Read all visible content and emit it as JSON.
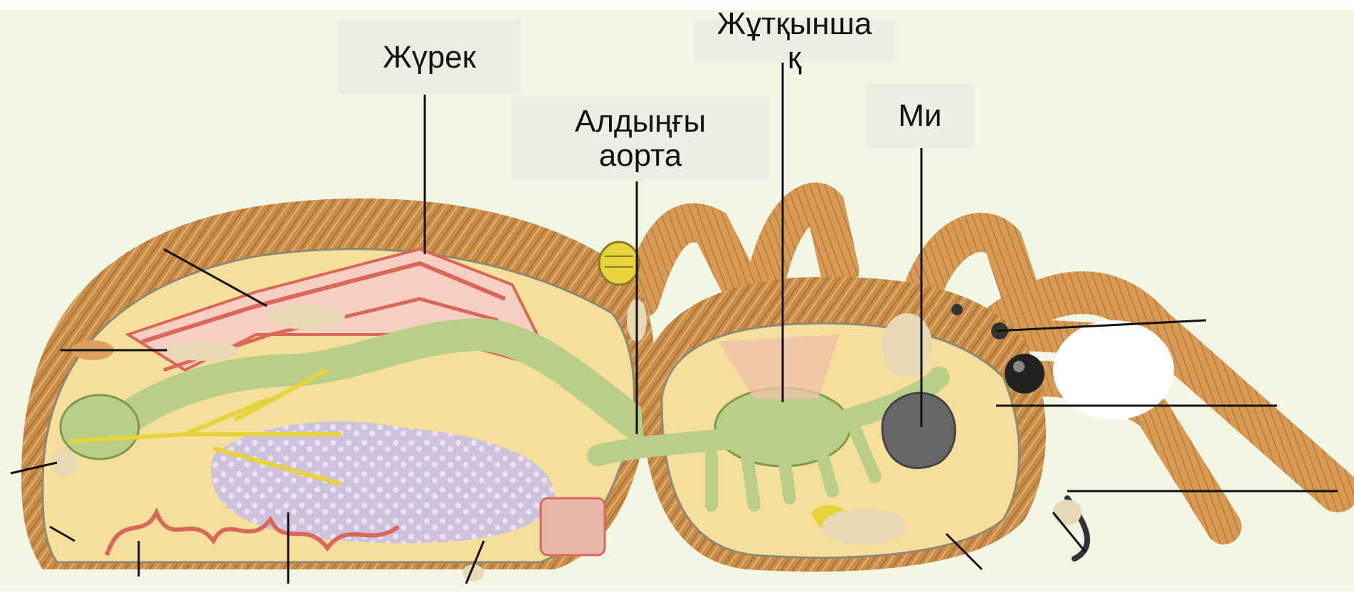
{
  "diagram": {
    "subject": "spider internal anatomy cross-section",
    "colors": {
      "background": "#f1f7e4",
      "label_box": "#ecede4",
      "leader_line": "#111111",
      "hair": "#c98d4a",
      "body_fill": "#f5df9a",
      "heart": "#f1b8a6",
      "gut": "#b9cf87",
      "gland": "#cfc2dc",
      "nerve": "#e6d43a",
      "brain": "#666666",
      "artery": "#d9685a"
    },
    "labels": {
      "heart": "Жүрек",
      "anterior_aorta": "Алдыңғы\nаорта",
      "pharynx": "Жұтқынша\nқ",
      "brain": "Ми"
    }
  }
}
